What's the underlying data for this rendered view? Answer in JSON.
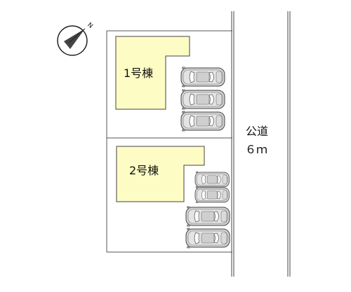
{
  "compass": {
    "north_label": "N",
    "icon": "compass-north-icon"
  },
  "buildings": [
    {
      "label": "1号棟",
      "fill": "#fcfcc4",
      "parking_spaces": 3
    },
    {
      "label": "2号棟",
      "fill": "#fcfcc4",
      "parking_spaces": 4
    }
  ],
  "road": {
    "label": "公道",
    "width": "６ｍ"
  },
  "colors": {
    "line": "#555555",
    "car_body": "#cfcfcf",
    "car_glass": "#ffffff"
  }
}
